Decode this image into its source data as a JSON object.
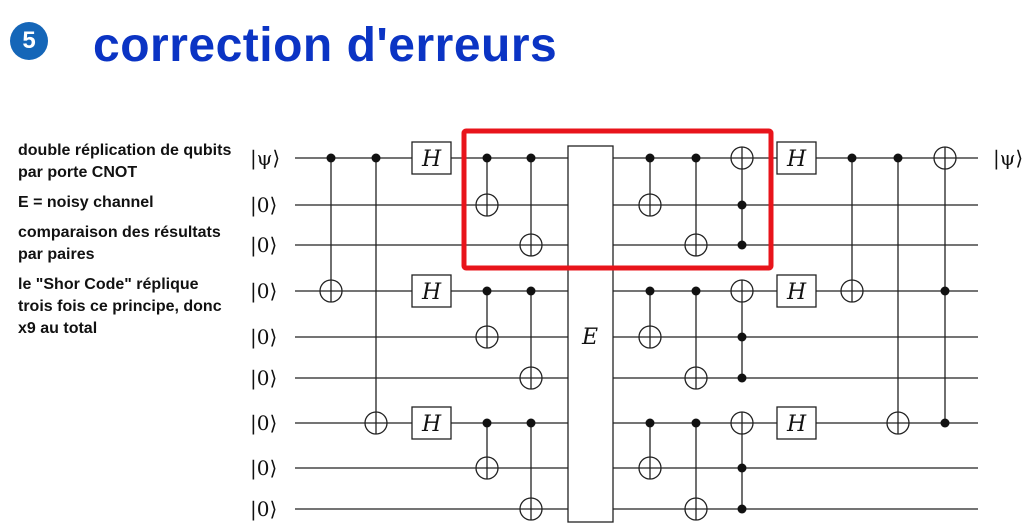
{
  "header": {
    "badge_number": "5",
    "title": "correction d'erreurs",
    "badge_color": "#1566b8",
    "title_color": "#0b34c4"
  },
  "notes": [
    "double réplication de qubits par porte CNOT",
    "E = noisy channel",
    "comparaison des résultats par paires",
    "le \"Shor Code\" réplique trois fois ce principe, donc x9 au total"
  ],
  "circuit": {
    "inputs": [
      "|ψ⟩",
      "|0⟩",
      "|0⟩",
      "|0⟩",
      "|0⟩",
      "|0⟩",
      "|0⟩",
      "|0⟩",
      "|0⟩"
    ],
    "output": "|ψ⟩",
    "hadamard_label": "H",
    "channel_label": "E",
    "highlight_color": "#e8141b"
  }
}
